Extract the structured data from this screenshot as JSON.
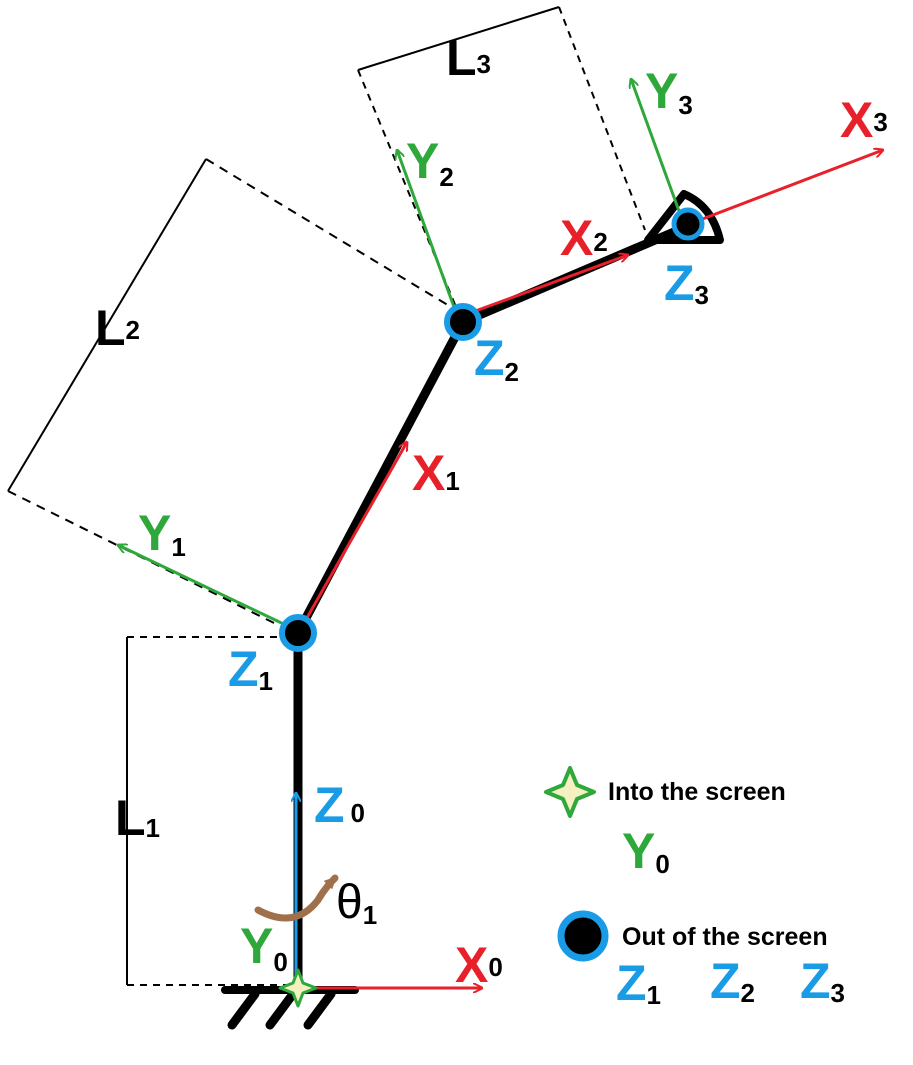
{
  "colors": {
    "link": "#000000",
    "x_axis": "#e8202a",
    "y_axis": "#2fa83b",
    "z_axis": "#1a9be6",
    "theta_arrow": "#a0704a",
    "star_fill": "#f4f0c0"
  },
  "labels": {
    "L1": {
      "main": "L",
      "sub": "1"
    },
    "L2": {
      "main": "L",
      "sub": "2"
    },
    "L3": {
      "main": "L",
      "sub": "3"
    },
    "theta1": {
      "main": "θ",
      "sub": "1"
    },
    "X0": {
      "main": "X",
      "sub": "0"
    },
    "X1": {
      "main": "X",
      "sub": "1"
    },
    "X2": {
      "main": "X",
      "sub": "2"
    },
    "X3": {
      "main": "X",
      "sub": "3"
    },
    "Y0": {
      "main": "Y",
      "sub": "0"
    },
    "Y1": {
      "main": "Y",
      "sub": "1"
    },
    "Y2": {
      "main": "Y",
      "sub": "2"
    },
    "Y3": {
      "main": "Y",
      "sub": "3"
    },
    "Z0": {
      "main": "Z",
      "sub": "0"
    },
    "Z1": {
      "main": "Z",
      "sub": "1"
    },
    "Z2": {
      "main": "Z",
      "sub": "2"
    },
    "Z3": {
      "main": "Z",
      "sub": "3"
    }
  },
  "legend": {
    "into_screen": {
      "text": "Into the screen",
      "symbol": "star-icon",
      "axis": {
        "main": "Y",
        "sub": "0"
      }
    },
    "out_of_screen": {
      "text": "Out of the screen",
      "symbol": "dot-icon",
      "axes": [
        {
          "main": "Z",
          "sub": "1"
        },
        {
          "main": "Z",
          "sub": "2"
        },
        {
          "main": "Z",
          "sub": "3"
        }
      ]
    }
  }
}
